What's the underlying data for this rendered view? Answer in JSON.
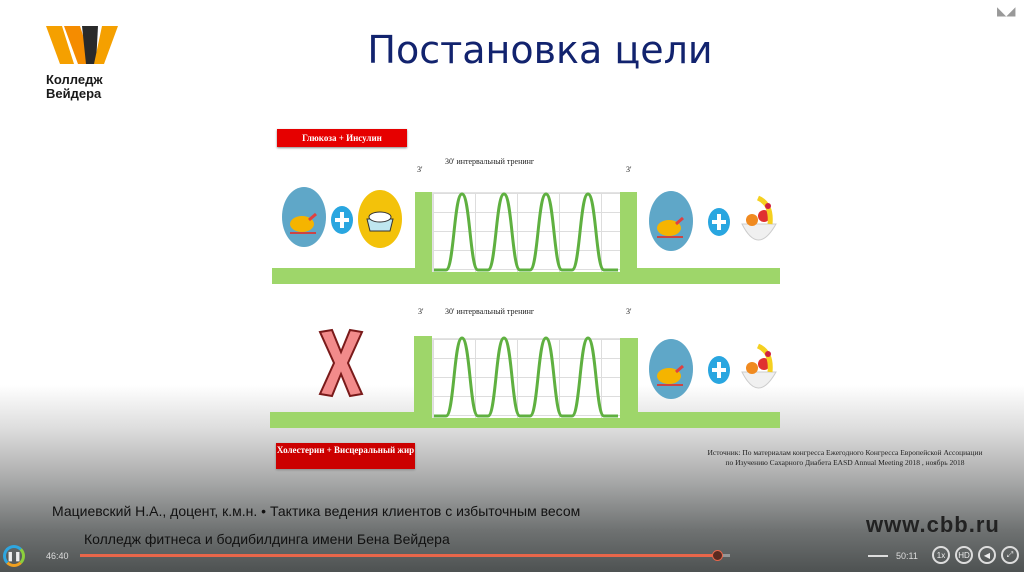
{
  "logo": {
    "line1": "Колледж",
    "line2": "Вейдера"
  },
  "slide": {
    "title": "Постановка цели",
    "top_label": "Глюкоза + Инсулин",
    "bottom_label": "Холестерин + Висцеральный жир",
    "interval_label_top": "30' интервальный тренинг",
    "interval_label_bottom": "30' интервальный тренинг",
    "warmup_top_left": "3'",
    "warmup_top_right": "3'",
    "warmup_bottom_left": "3'",
    "warmup_bottom_right": "3'",
    "source": "Источник: По материалам конгресса Ежегодного Конгресса Европейской Ассоциации по Изучению Сахарного Диабета EASD Annual Meeting 2018 , ноябрь 2018"
  },
  "video": {
    "caption_line1": "Мациевский Н.А., доцент, к.м.н.  •  Тактика ведения клиентов с избыточным весом",
    "caption_line2": "Колледж фитнеса и бодибилдинга имени Бена Вейдера",
    "watermark": "www.cbb.ru",
    "current_time": "46:40",
    "total_time": "50:11",
    "progress": 0.98,
    "hd_label": "HD",
    "speed_label": "1x",
    "accent": "#e8664a"
  }
}
